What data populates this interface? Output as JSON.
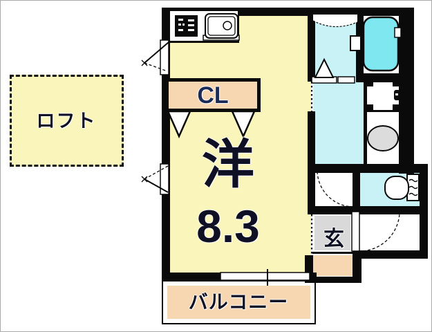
{
  "title": "floor-plan",
  "rooms": {
    "loft": {
      "label": "ロフト"
    },
    "closet": {
      "label": "CL"
    },
    "western_room": {
      "type_label": "洋",
      "size_label": "8.3"
    },
    "entrance": {
      "label": "玄"
    },
    "balcony": {
      "label": "バルコニー"
    }
  },
  "colors": {
    "room_yellow": "#f9f5bb",
    "accent_peach": "#f7d7b2",
    "wet_cyan": "#c9f2f6",
    "tub_cyan": "#7ee7f0",
    "genkan_gray": "#d9d9d9",
    "basin_gray": "#dcdcdc",
    "wall_black": "#0a0a0a",
    "text_dark": "#101024",
    "frame_gray": "#a9a9a9"
  }
}
